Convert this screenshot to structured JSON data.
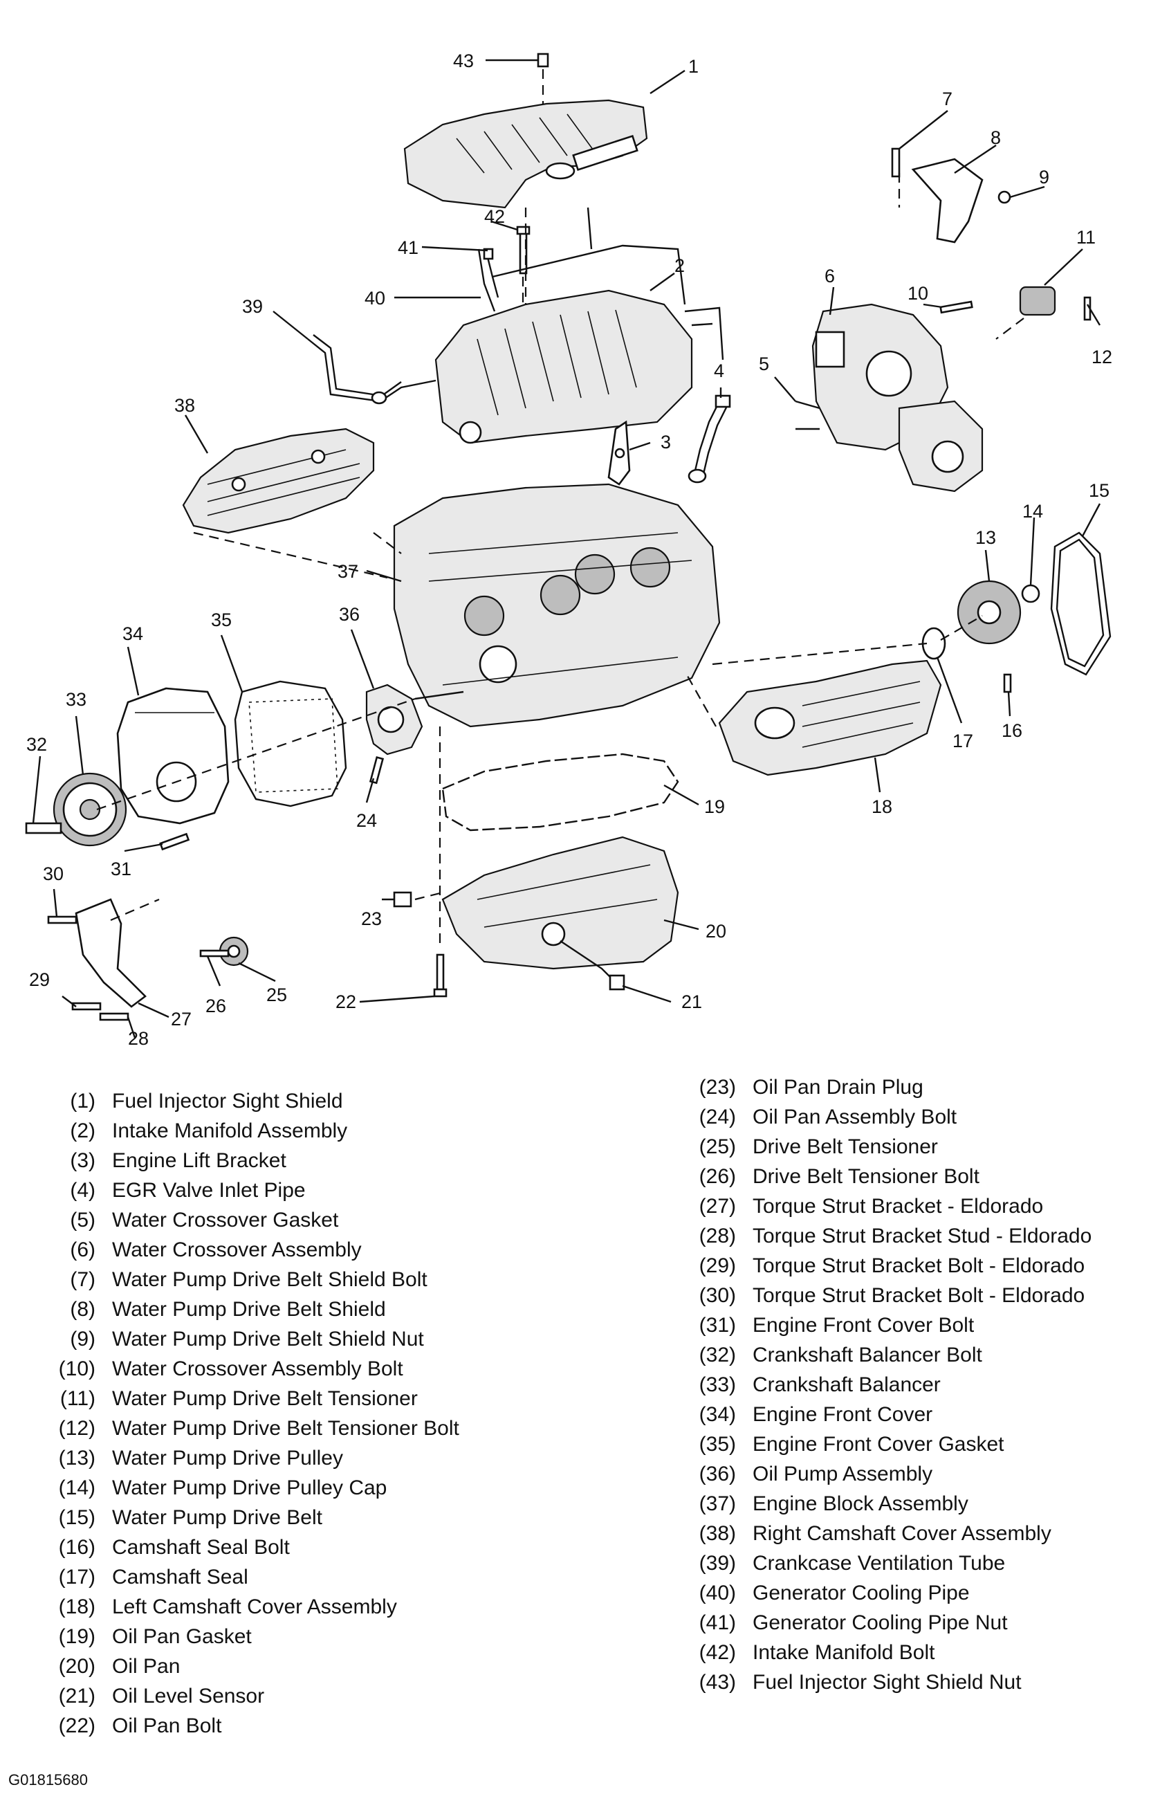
{
  "figure_id": "G01815680",
  "callouts": [
    "1",
    "2",
    "3",
    "4",
    "5",
    "6",
    "7",
    "8",
    "9",
    "10",
    "11",
    "12",
    "13",
    "14",
    "15",
    "16",
    "17",
    "18",
    "19",
    "20",
    "21",
    "22",
    "23",
    "24",
    "25",
    "26",
    "27",
    "28",
    "29",
    "30",
    "31",
    "32",
    "33",
    "34",
    "35",
    "36",
    "37",
    "38",
    "39",
    "40",
    "41",
    "42",
    "43"
  ],
  "legend_left": [
    {
      "num": "(1)",
      "name": "Fuel Injector Sight Shield"
    },
    {
      "num": "(2)",
      "name": "Intake Manifold Assembly"
    },
    {
      "num": "(3)",
      "name": "Engine Lift Bracket"
    },
    {
      "num": "(4)",
      "name": "EGR Valve Inlet Pipe"
    },
    {
      "num": "(5)",
      "name": "Water Crossover Gasket"
    },
    {
      "num": "(6)",
      "name": "Water Crossover Assembly"
    },
    {
      "num": "(7)",
      "name": "Water Pump Drive Belt Shield Bolt"
    },
    {
      "num": "(8)",
      "name": "Water Pump Drive Belt Shield"
    },
    {
      "num": "(9)",
      "name": "Water Pump Drive Belt Shield Nut"
    },
    {
      "num": "(10)",
      "name": "Water Crossover Assembly Bolt"
    },
    {
      "num": "(11)",
      "name": "Water Pump Drive Belt Tensioner"
    },
    {
      "num": "(12)",
      "name": "Water Pump Drive Belt Tensioner Bolt"
    },
    {
      "num": "(13)",
      "name": "Water Pump Drive Pulley"
    },
    {
      "num": "(14)",
      "name": "Water Pump Drive Pulley Cap"
    },
    {
      "num": "(15)",
      "name": "Water Pump Drive Belt"
    },
    {
      "num": "(16)",
      "name": "Camshaft Seal Bolt"
    },
    {
      "num": "(17)",
      "name": "Camshaft Seal"
    },
    {
      "num": "(18)",
      "name": "Left Camshaft Cover Assembly"
    },
    {
      "num": "(19)",
      "name": "Oil Pan Gasket"
    },
    {
      "num": "(20)",
      "name": "Oil Pan"
    },
    {
      "num": "(21)",
      "name": "Oil Level Sensor"
    },
    {
      "num": "(22)",
      "name": "Oil Pan Bolt"
    }
  ],
  "legend_right": [
    {
      "num": "(23)",
      "name": "Oil Pan Drain Plug"
    },
    {
      "num": "(24)",
      "name": "Oil Pan Assembly Bolt"
    },
    {
      "num": "(25)",
      "name": "Drive Belt Tensioner"
    },
    {
      "num": "(26)",
      "name": "Drive Belt Tensioner Bolt"
    },
    {
      "num": "(27)",
      "name": "Torque Strut Bracket - Eldorado"
    },
    {
      "num": "(28)",
      "name": "Torque Strut Bracket Stud - Eldorado"
    },
    {
      "num": "(29)",
      "name": "Torque Strut Bracket Bolt - Eldorado"
    },
    {
      "num": "(30)",
      "name": "Torque Strut Bracket Bolt - Eldorado"
    },
    {
      "num": "(31)",
      "name": "Engine Front Cover Bolt"
    },
    {
      "num": "(32)",
      "name": "Crankshaft Balancer Bolt"
    },
    {
      "num": "(33)",
      "name": "Crankshaft Balancer"
    },
    {
      "num": "(34)",
      "name": "Engine Front Cover"
    },
    {
      "num": "(35)",
      "name": "Engine Front Cover Gasket"
    },
    {
      "num": "(36)",
      "name": "Oil Pump Assembly"
    },
    {
      "num": "(37)",
      "name": "Engine Block Assembly"
    },
    {
      "num": "(38)",
      "name": "Right Camshaft Cover Assembly"
    },
    {
      "num": "(39)",
      "name": "Crankcase Ventilation Tube"
    },
    {
      "num": "(40)",
      "name": "Generator Cooling Pipe"
    },
    {
      "num": "(41)",
      "name": "Generator Cooling Pipe Nut"
    },
    {
      "num": "(42)",
      "name": "Intake Manifold Bolt"
    },
    {
      "num": "(43)",
      "name": "Fuel Injector Sight Shield Nut"
    }
  ]
}
